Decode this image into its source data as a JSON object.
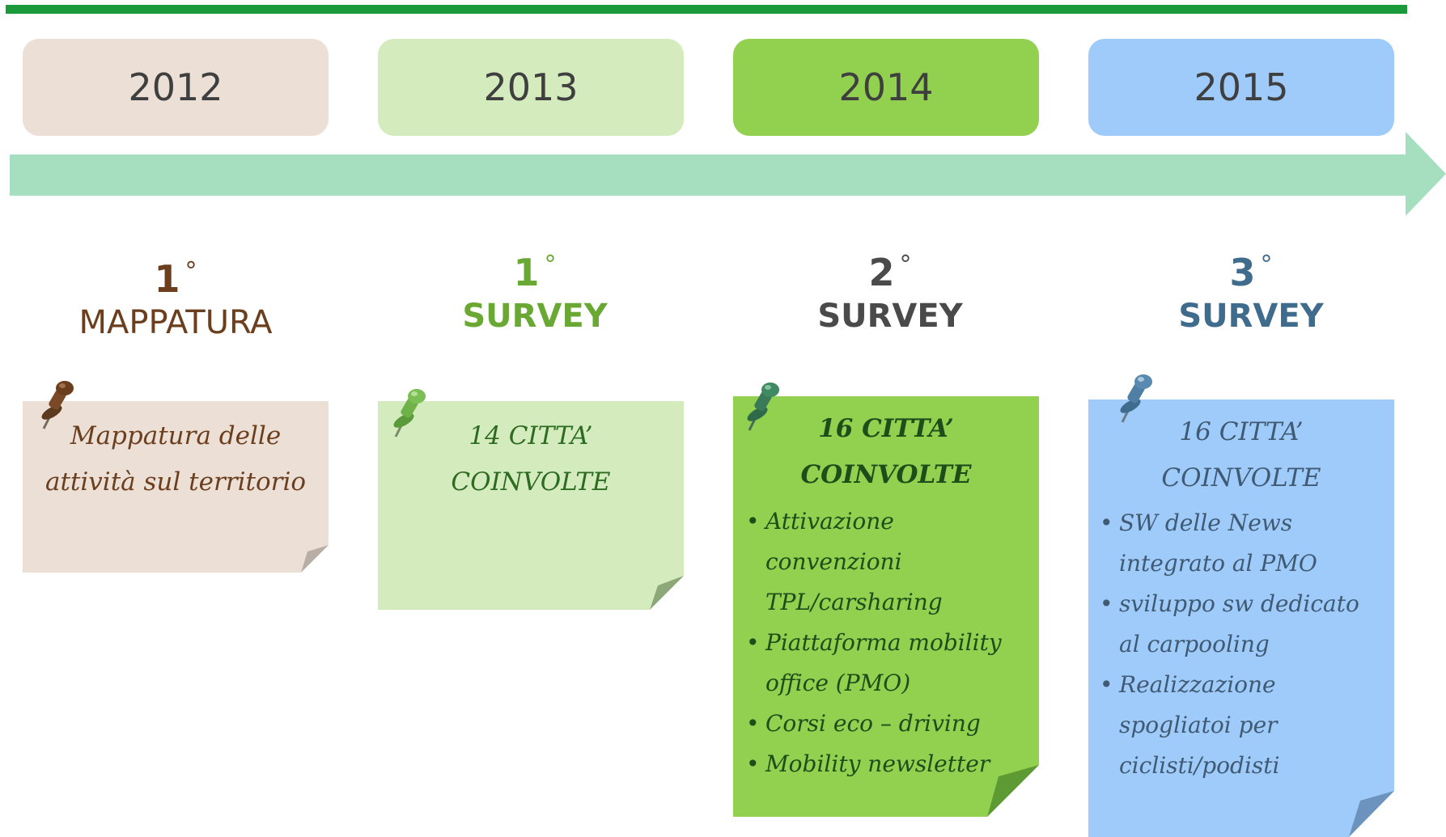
{
  "years": [
    "2012",
    "2013",
    "2014",
    "2015"
  ],
  "colors": {
    "topline": "#1a9a3a",
    "arrow": "#a6dfc0",
    "year_boxes": [
      "#ecdfd6",
      "#d4ecbd",
      "#92d050",
      "#9fcbfb"
    ],
    "phase_text": [
      "#6b3e1e",
      "#6aa834",
      "#4a4a4a",
      "#3f6b8c"
    ],
    "note_bg": [
      "#ecdfd6",
      "#d4ecbd",
      "#92d050",
      "#9fcbfb"
    ],
    "note_text": [
      "#6b3e1e",
      "#2e6b22",
      "#1f4d1a",
      "#3f5a72"
    ]
  },
  "phases": [
    {
      "number": "1",
      "degree": "°",
      "name": "MAPPATURA"
    },
    {
      "number": "1",
      "degree": "°",
      "name": "SURVEY"
    },
    {
      "number": "2",
      "degree": "°",
      "name": "SURVEY"
    },
    {
      "number": "3",
      "degree": "°",
      "name": "SURVEY"
    }
  ],
  "notes": [
    {
      "title_lines": [
        "Mappatura delle",
        "attività sul territorio"
      ],
      "bullets": [],
      "pin_icon": "pushpin-icon"
    },
    {
      "title_lines": [
        "14 CITTA’",
        "COINVOLTE"
      ],
      "bullets": [],
      "pin_icon": "pushpin-icon"
    },
    {
      "title_lines": [
        "16 CITTA’",
        "COINVOLTE"
      ],
      "bullets": [
        "Attivazione",
        "convenzioni",
        "TPL/carsharing",
        "Piattaforma mobility",
        "office (PMO)",
        "Corsi eco – driving",
        "Mobility newsletter"
      ],
      "pin_icon": "pushpin-icon"
    },
    {
      "title_lines": [
        "16 CITTA’",
        "COINVOLTE"
      ],
      "bullets": [
        "SW delle News",
        "integrato al PMO",
        "sviluppo sw dedicato",
        "al carpooling",
        "Realizzazione",
        "spogliatoi per",
        "ciclisti/podisti"
      ],
      "pin_icon": "pushpin-icon"
    }
  ]
}
